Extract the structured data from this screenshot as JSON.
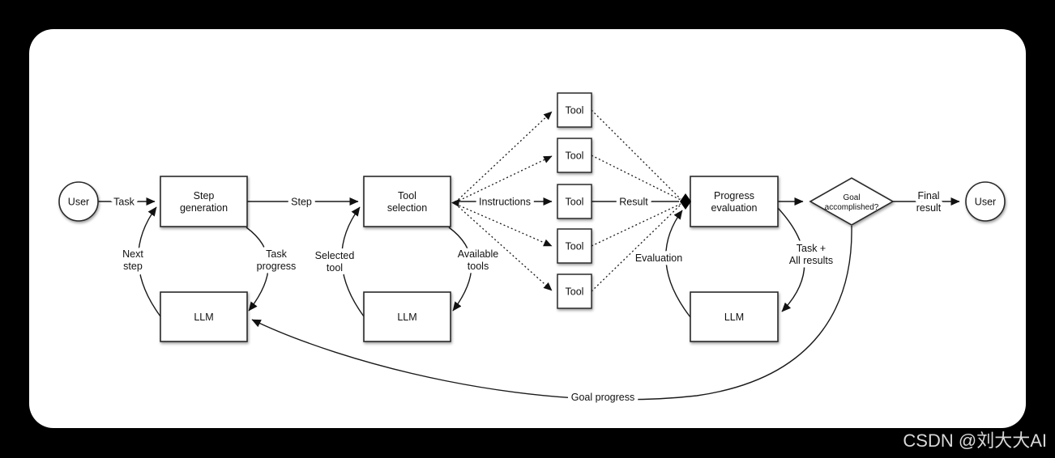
{
  "watermark": "CSDN @刘大大AI",
  "diagram": {
    "nodes": {
      "user_left": "User",
      "user_right": "User",
      "step_generation": {
        "line1": "Step",
        "line2": "generation"
      },
      "tool_selection": {
        "line1": "Tool",
        "line2": "selection"
      },
      "progress_evaluation": {
        "line1": "Progress",
        "line2": "evaluation"
      },
      "llm1": "LLM",
      "llm2": "LLM",
      "llm3": "LLM",
      "tools": [
        "Tool",
        "Tool",
        "Tool",
        "Tool",
        "Tool"
      ],
      "goal_accomplished": {
        "line1": "Goal",
        "line2": "accomplished?"
      }
    },
    "edges": {
      "task": "Task",
      "step": "Step",
      "instructions": "Instructions",
      "result": "Result",
      "next_step": {
        "line1": "Next",
        "line2": "step"
      },
      "task_progress": {
        "line1": "Task",
        "line2": "progress"
      },
      "selected_tool": {
        "line1": "Selected",
        "line2": "tool"
      },
      "available_tools": {
        "line1": "Available",
        "line2": "tools"
      },
      "evaluation": "Evaluation",
      "task_all_results": {
        "line1": "Task +",
        "line2": "All results"
      },
      "final_result": {
        "line1": "Final",
        "line2": "result"
      },
      "goal_progress": "Goal progress"
    },
    "colors": {
      "background": "#000000",
      "canvas": "#ffffff",
      "stroke": "#1a1a1a",
      "text": "#111111",
      "watermark_text": "#d9d9d9"
    }
  }
}
